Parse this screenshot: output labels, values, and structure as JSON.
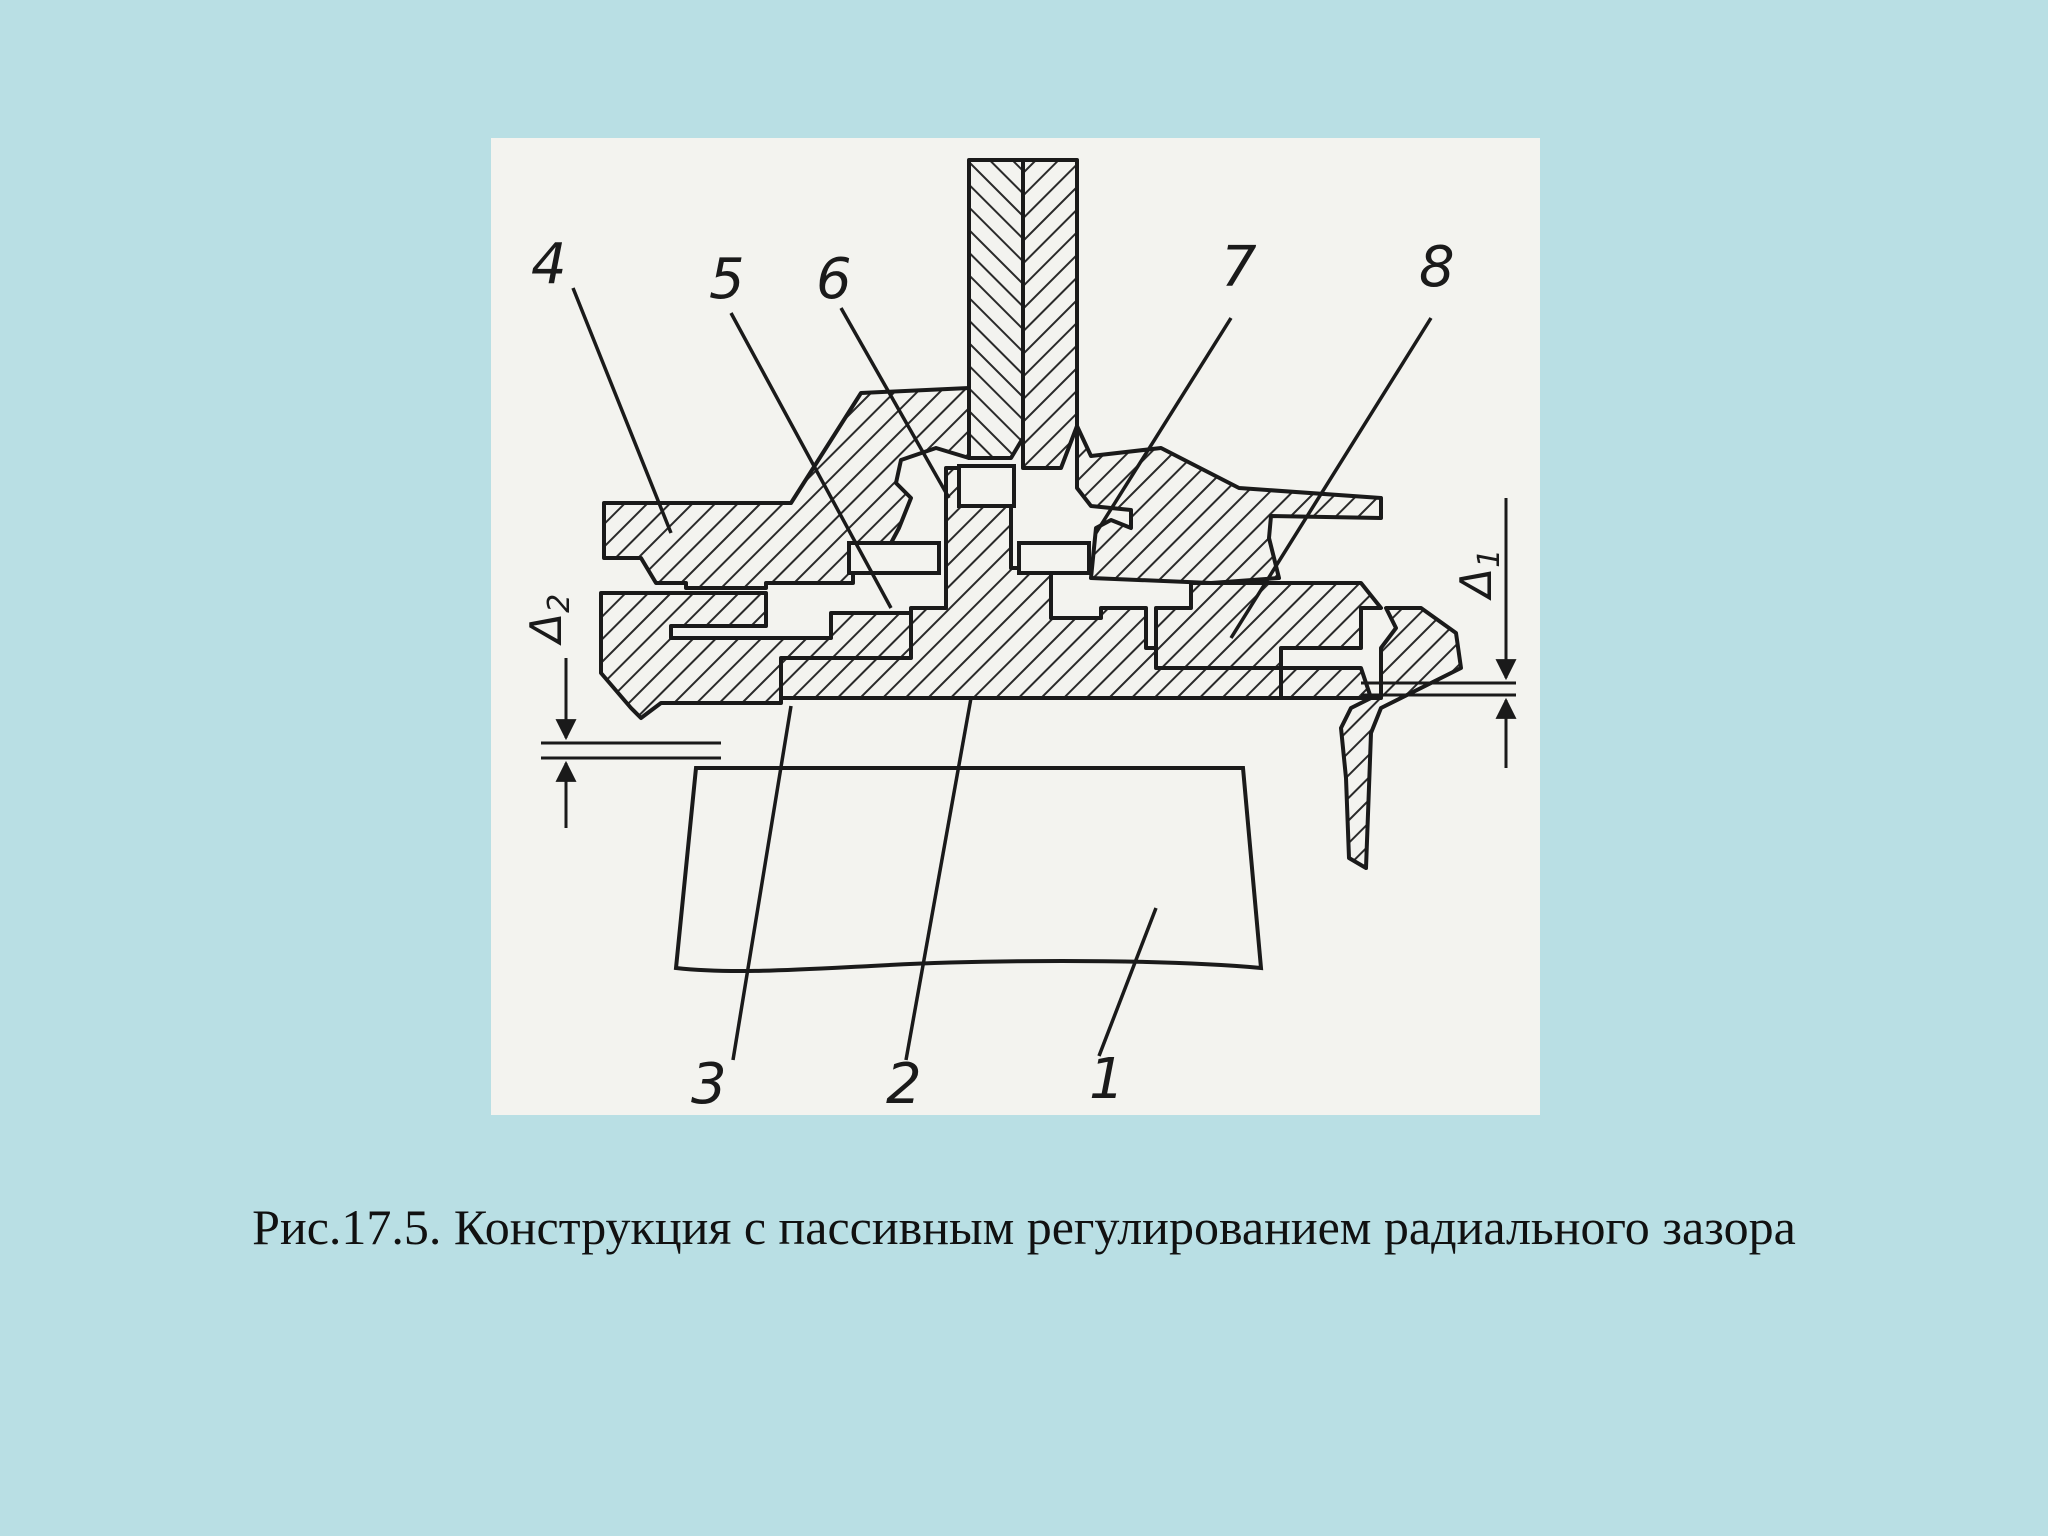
{
  "figure": {
    "part_labels": [
      {
        "id": "4",
        "text": "4"
      },
      {
        "id": "5",
        "text": "5"
      },
      {
        "id": "6",
        "text": "6"
      },
      {
        "id": "7",
        "text": "7"
      },
      {
        "id": "8",
        "text": "8"
      },
      {
        "id": "3",
        "text": "3"
      },
      {
        "id": "2",
        "text": "2"
      },
      {
        "id": "1",
        "text": "1"
      }
    ],
    "gaps": {
      "delta1": {
        "symbol": "Δ",
        "sub": "1"
      },
      "delta2": {
        "symbol": "Δ",
        "sub": "2"
      }
    }
  },
  "caption": "Рис.17.5. Конструкция с пассивным регулированием радиального зазора"
}
